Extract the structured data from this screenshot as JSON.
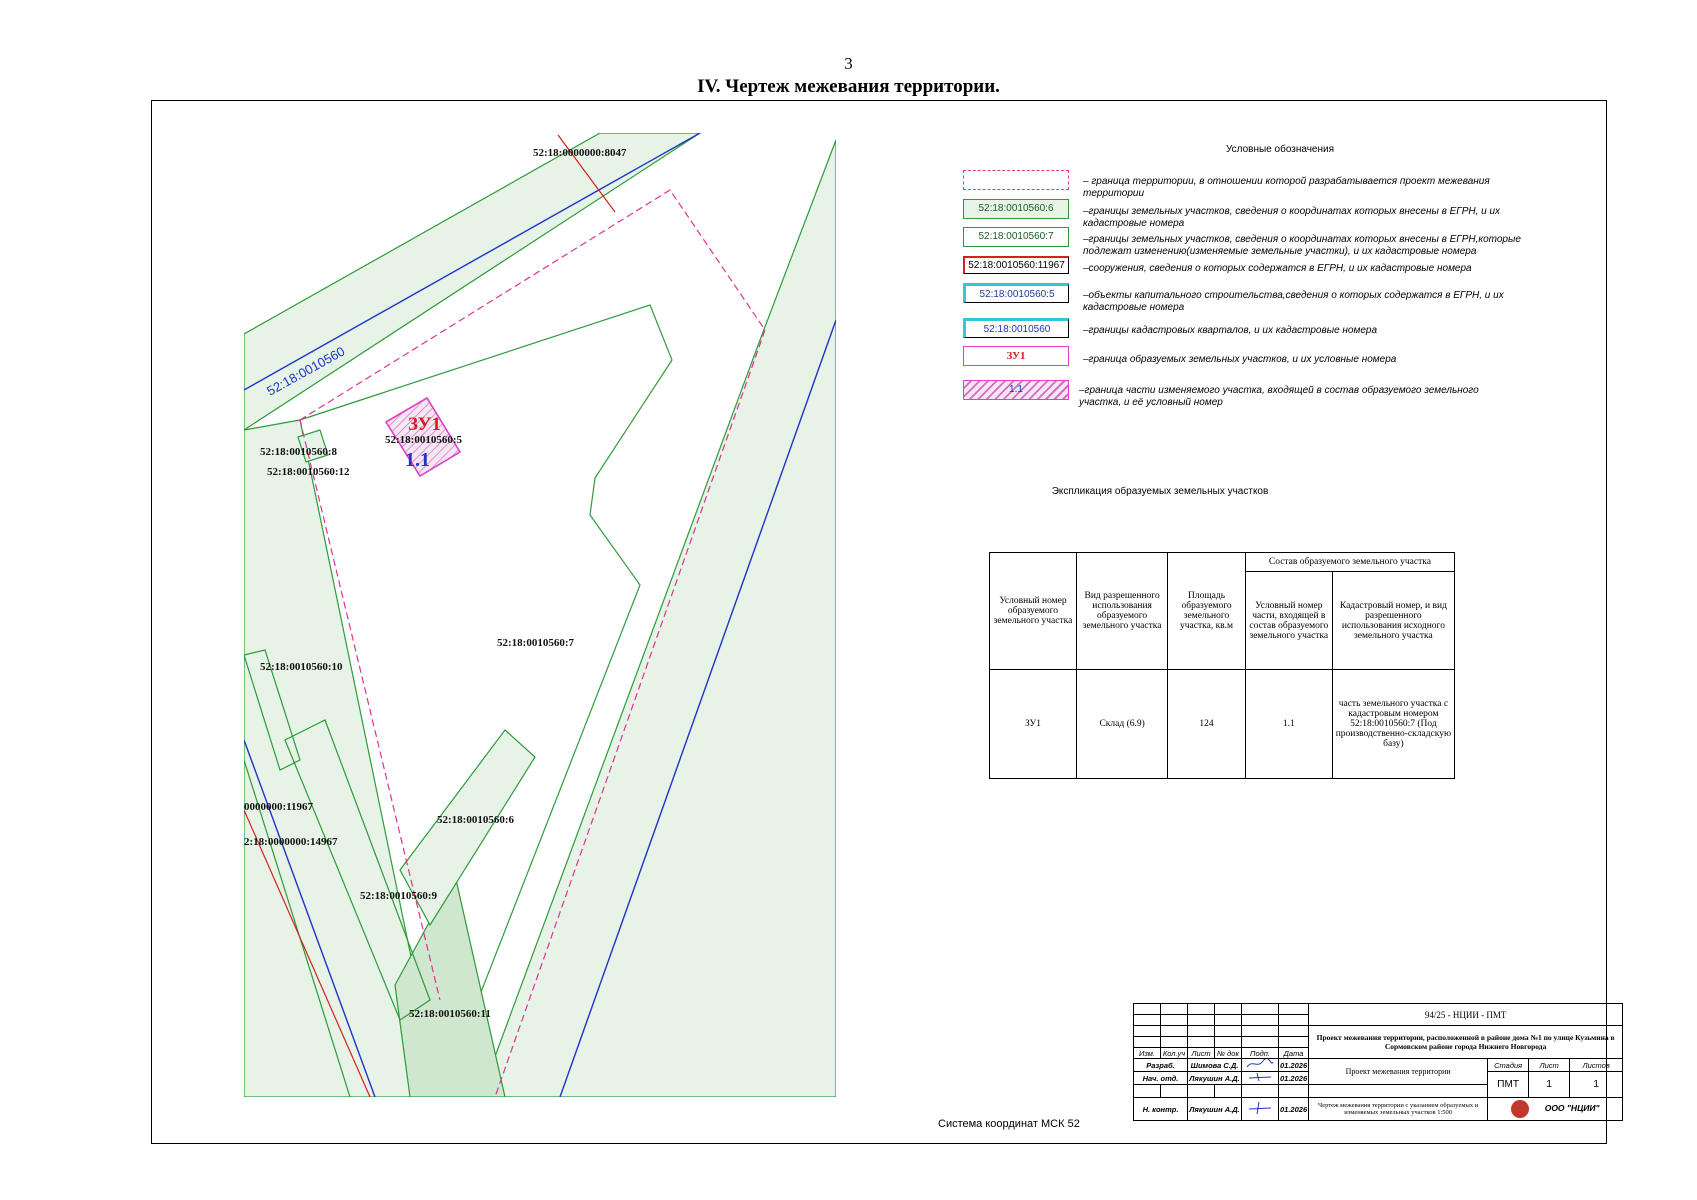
{
  "page": {
    "number": "3",
    "title": "IV.   Чертеж межевания территории."
  },
  "map": {
    "parcels": {
      "p8047": "52:18:0000000:8047",
      "quarter": "52:18:0010560",
      "p8": "52:18:0010560:8",
      "p12": "52:18:0010560:12",
      "p5": "52:18:0010560:5",
      "p7": "52:18:0010560:7",
      "p10": "52:18:0010560:10",
      "p11967": "0000000:11967",
      "p14967": "2:18:0000000:14967",
      "p6": "52:18:0010560:6",
      "p9": "52:18:0010560:9",
      "p11": "52:18:0010560:11"
    },
    "zu_label": "ЗУ1",
    "part_label": "1.1",
    "colors": {
      "parcel_line": "#2e9b3a",
      "parcel_fill": "#e6f3e6",
      "quarter_line": "#1f34c8",
      "structure_line": "#d62020",
      "territory_line": "#e0338f",
      "zu_line": "#e040c8"
    }
  },
  "legend": {
    "title": "Условные обозначения",
    "items": [
      {
        "symbol": "",
        "text": "– граница территории, в отношении которой разрабатывается проект межевания территории"
      },
      {
        "symbol": "52:18:0010560:6",
        "text": "–границы земельных участков, сведения о координатах которых внесены в ЕГРН, и их кадастровые номера"
      },
      {
        "symbol": "52:18:0010560:7",
        "text": "–границы земельных участков, сведения о координатах которых внесены в ЕГРН,которые подлежат изменению(изменяемые земельные участки), и их кадастровые номера"
      },
      {
        "symbol": "52:18:0010560:11967",
        "text": "–сооружения, сведения о которых содержатся в ЕГРН, и их кадастровые номера"
      },
      {
        "symbol": "52:18:0010560:5",
        "text": "–объекты капитального строительства,сведения о которых содержатся в ЕГРН, и их кадастровые номера"
      },
      {
        "symbol": "52:18:0010560",
        "text": "–границы кадастровых кварталов, и их кадастровые номера"
      },
      {
        "symbol": "ЗУ1",
        "text": "–граница образуемых земельных участков, и их условные номера"
      },
      {
        "symbol": "1.1",
        "text": "–граница части изменяемого  участка, входящей в состав образуемого земельного участка, и её условный номер"
      }
    ]
  },
  "explication": {
    "title": "Экспликация образуемых земельных участков",
    "group_header": "Состав образуемого земельного участка",
    "headers": [
      "Условный номер образуемого земельного участка",
      "Вид разрешенного использования образуемого земельного участка",
      "Площадь образуемого земельного участка, кв.м",
      "Условный номер части, входящей в состав образуемого земельного участка",
      "Кадастровый номер, и вид разрешенного использования исходного земельного участка"
    ],
    "row": [
      "ЗУ1",
      "Склад (6.9)",
      "124",
      "1.1",
      "часть земельного участка с кадастровым номером 52:18:0010560:7 (Под производственно-складскую базу)"
    ]
  },
  "coord_system": "Система координат МСК 52",
  "stamp": {
    "code": "94/25 - НЦИИ - ПМТ",
    "project": "Проект  межевания территории, расположенной в районе дома №1 по улице Кузьмина в Сормовском районе города Нижнего Новгорода",
    "cols": [
      "Изм.",
      "Кол.уч",
      "Лист",
      "№ док",
      "Подп.",
      "Дата"
    ],
    "rows": [
      {
        "role": "Разраб.",
        "name": "Шимова С.Д.",
        "date": "01.2026"
      },
      {
        "role": "Нач. отд.",
        "name": "Лякушин А.Д.",
        "date": "01.2026"
      },
      {
        "role": "Н. контр.",
        "name": "Лякушин А.Д.",
        "date": "01.2026"
      }
    ],
    "doc_name": "Проект  межевания территории",
    "sheet_headers": [
      "Стадия",
      "Лист",
      "Листов"
    ],
    "sheet_values": [
      "ПМТ",
      "1",
      "1"
    ],
    "sheet_title": "Чертеж  межевания территории с указанием образуемых и изменяемых земельных участков 1:500",
    "company": "ООО \"НЦИИ\""
  }
}
